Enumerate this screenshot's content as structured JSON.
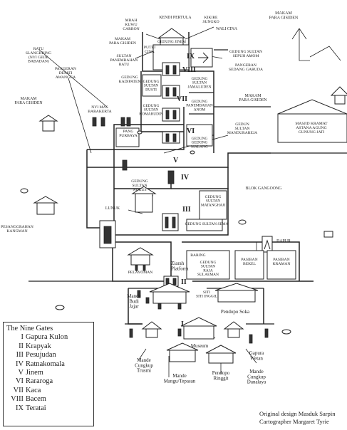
{
  "labels": {
    "mbah_kuwu": "MBAH\nKUWU\nCARBON",
    "kendi_pertula": "KENDI PERTULA",
    "kikire_sungko": "KIKIRE\nSUNGKO",
    "makam_gisiden_top": "MAKAM\nPARA GISIDEN",
    "wali_cina": "WALI CINA",
    "makam_gisiden_tl": "MAKAM\nPARA GISIDEN",
    "putri_cina": "PUTRI\nCINA",
    "gedung_jinem": "GEDUNG JINEM",
    "ratu_slangkring": "RATU\nSLANGKRING\n(NYI GEDE\nBABADAN)",
    "sultan_panembahan_ratu": "SULTAN\nPANEMBAHAN\nRATU",
    "gedung_sultan_sepuh_amom": "GEDUNG SULTAN\nSEPUH AMOM",
    "pangeran_sedang_garuda": "PANGERAN\nSEDANG GARUDA",
    "makam_gisiden_left": "MAKAM\nPARA GISIDEN",
    "pangeran_depati": "PANGERAN\nDEPATI\nAWANGGA",
    "gedung_kadipaten": "GEDUNG\nKADIPATEN",
    "gedung_sultan_dusti": "GEDUNG\nSULTAN\nDUSTI",
    "gedung_sultan_jamaluden": "GEDUNG\nSULTAN\nJAMALUDEN",
    "makam_gisiden_right": "MAKAM\nPARA GISIDEN",
    "nyi_mas_barakerta": "NYI MAS\nBARAKERTA",
    "gedung_sultan_komarudin": "GEDUNG\nSULTAN\nKOMARUDIN",
    "gedung_panembahan_anom": "GEDUNG\nPANEMBAHAN\nANOM",
    "pang_purbaya": "PANG\nPURBAYA",
    "gedung_sultan_mandurareja": "GEDUN\nSULTAN\nMANDURAREJA",
    "masjid_kramat": "MASJID KRAMAT\nASTANA AGUNG\nGUNUNG JATI",
    "gedung_gedong_malang": "GEDUNG\nGEDONG\nMALANG",
    "gedung_sultan_nukus": "GEDUNG\nSULTAN\nNUKUS",
    "blok_gangoong": "BLOK GANGOONG",
    "gedung_sultan_matangaji": "GEDUNG\nSULTAN\nMATANGHAJI",
    "lunuk": "LUNUK",
    "gedung_sultan_sema": "GEDUNG SULTAN SEMA",
    "pesanggrahan": "PESANGGRAHAN\nKANGMAN",
    "dapur": "DAPUR",
    "baring": "BARING",
    "pasiban_bekel": "PASIBAN\nBEKEL",
    "gedung_sultan_raja": "GEDUNG\nSULTAN\nRAJA\nSULAEMAN",
    "pasiban_kraman": "PASIBAN\nKRAMAN",
    "pelayoman": "PELAYOMAN",
    "ziarah_platform": "Ziarah\nPlatform",
    "mande_budi_jajar": "Mande\nBudi\nJajar",
    "siti_inggil": "SITI\nSITI INGGIL",
    "pendopo_soka": "Pendopo Soka",
    "museum": "Museum",
    "mande_cungkup_trusmi": "Mande\nCungkup\nTrusmi",
    "gapura_wetan": "Gapura\nWetan",
    "mande_mangu": "Mande\nMangu/Tepasan",
    "pendopo_ringgit": "Pendopo\nRinggit",
    "mande_cungkup_danalaya": "Mande\nCungkup\nDanalaya"
  },
  "gates_on_map": [
    "IX",
    "VIII",
    "VII",
    "VI",
    "V",
    "IV",
    "III",
    "II",
    "I"
  ],
  "legend": {
    "title": "The Nine Gates",
    "items": [
      {
        "num": "I",
        "name": "Gapura Kulon"
      },
      {
        "num": "II",
        "name": "Krapyak"
      },
      {
        "num": "III",
        "name": "Pesujudan"
      },
      {
        "num": "IV",
        "name": "Ratnakomala"
      },
      {
        "num": "V",
        "name": "Jinem"
      },
      {
        "num": "VI",
        "name": "Rararoga"
      },
      {
        "num": "VII",
        "name": "Kaca"
      },
      {
        "num": "VIII",
        "name": "Bacem"
      },
      {
        "num": "IX",
        "name": "Teratai"
      }
    ]
  },
  "credit": {
    "line1": "Original design Masduk Sarpin",
    "line2": "Cartographer Margaret Tyrie"
  }
}
